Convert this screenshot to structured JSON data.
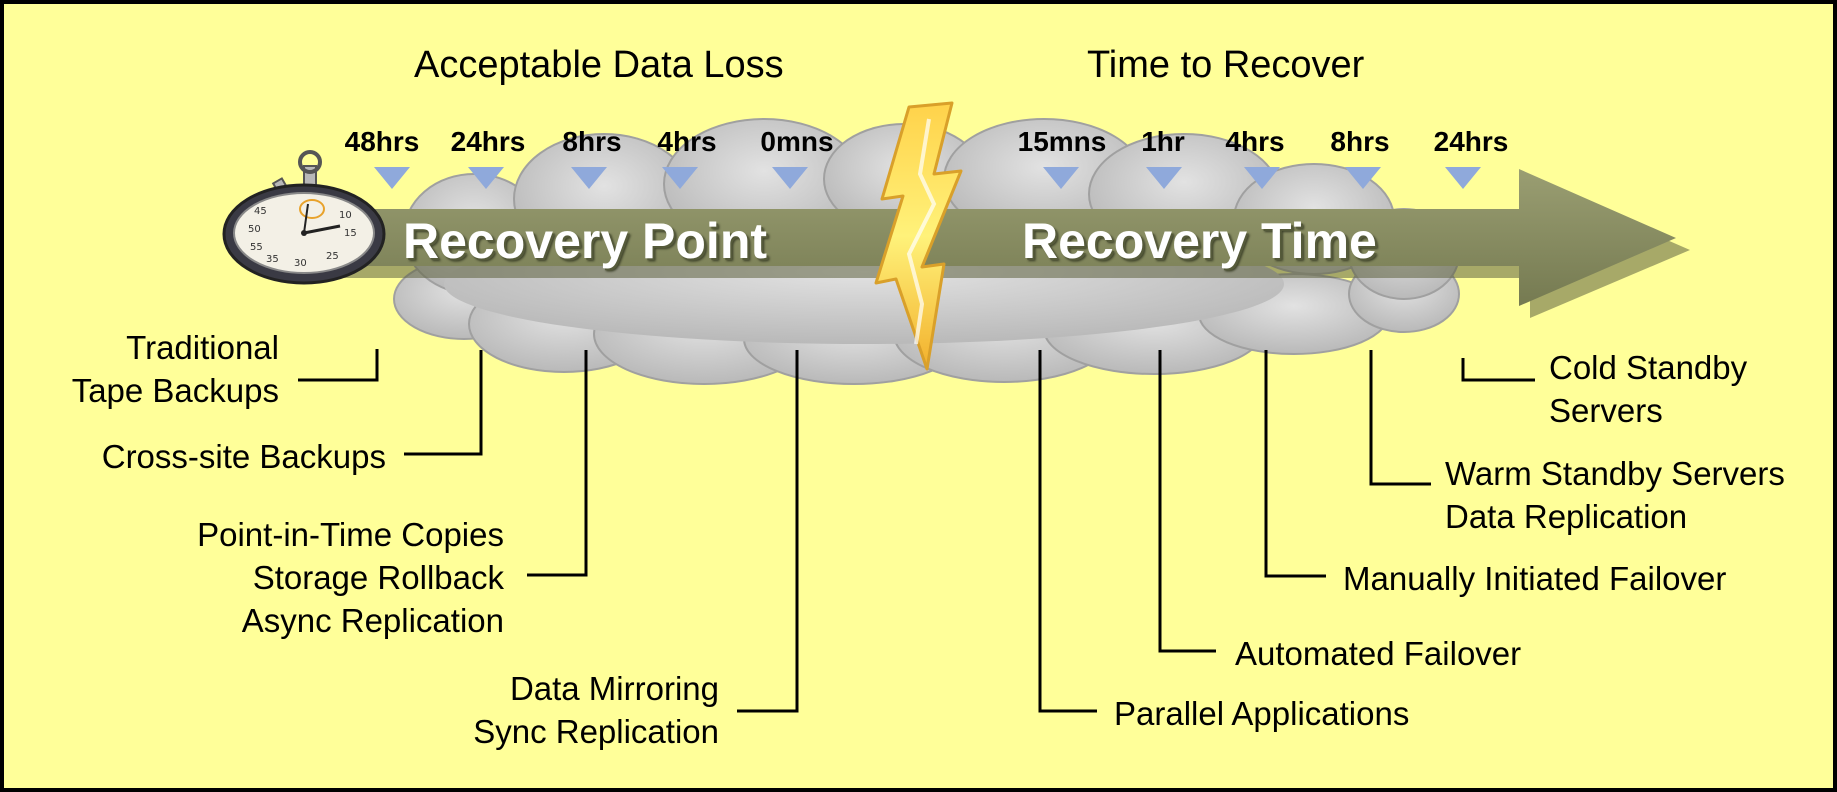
{
  "headings": {
    "left": "Acceptable Data Loss",
    "right": "Time to Recover"
  },
  "band": {
    "left": "Recovery Point",
    "right": "Recovery Time",
    "color": "#858a5e"
  },
  "ticks_point": [
    "48hrs",
    "24hrs",
    "8hrs",
    "4hrs",
    "0mns"
  ],
  "ticks_time": [
    "15mns",
    "1hr",
    "4hrs",
    "8hrs",
    "24hrs"
  ],
  "marker_color": "#8fa9db",
  "labels": {
    "tape": [
      "Traditional",
      "Tape Backups"
    ],
    "crosssite": [
      "Cross-site Backups"
    ],
    "pit": [
      "Point-in-Time Copies",
      "Storage Rollback",
      "Async Replication"
    ],
    "mirror": [
      "Data Mirroring",
      "Sync Replication"
    ],
    "parallel": [
      "Parallel Applications"
    ],
    "auto": [
      "Automated Failover"
    ],
    "manual": [
      "Manually Initiated Failover"
    ],
    "warm": [
      "Warm Standby Servers",
      "Data Replication"
    ],
    "cold": [
      "Cold Standby",
      "Servers"
    ]
  },
  "icons": [
    "stopwatch-icon",
    "lightning-bolt-icon",
    "cloud-shape"
  ]
}
